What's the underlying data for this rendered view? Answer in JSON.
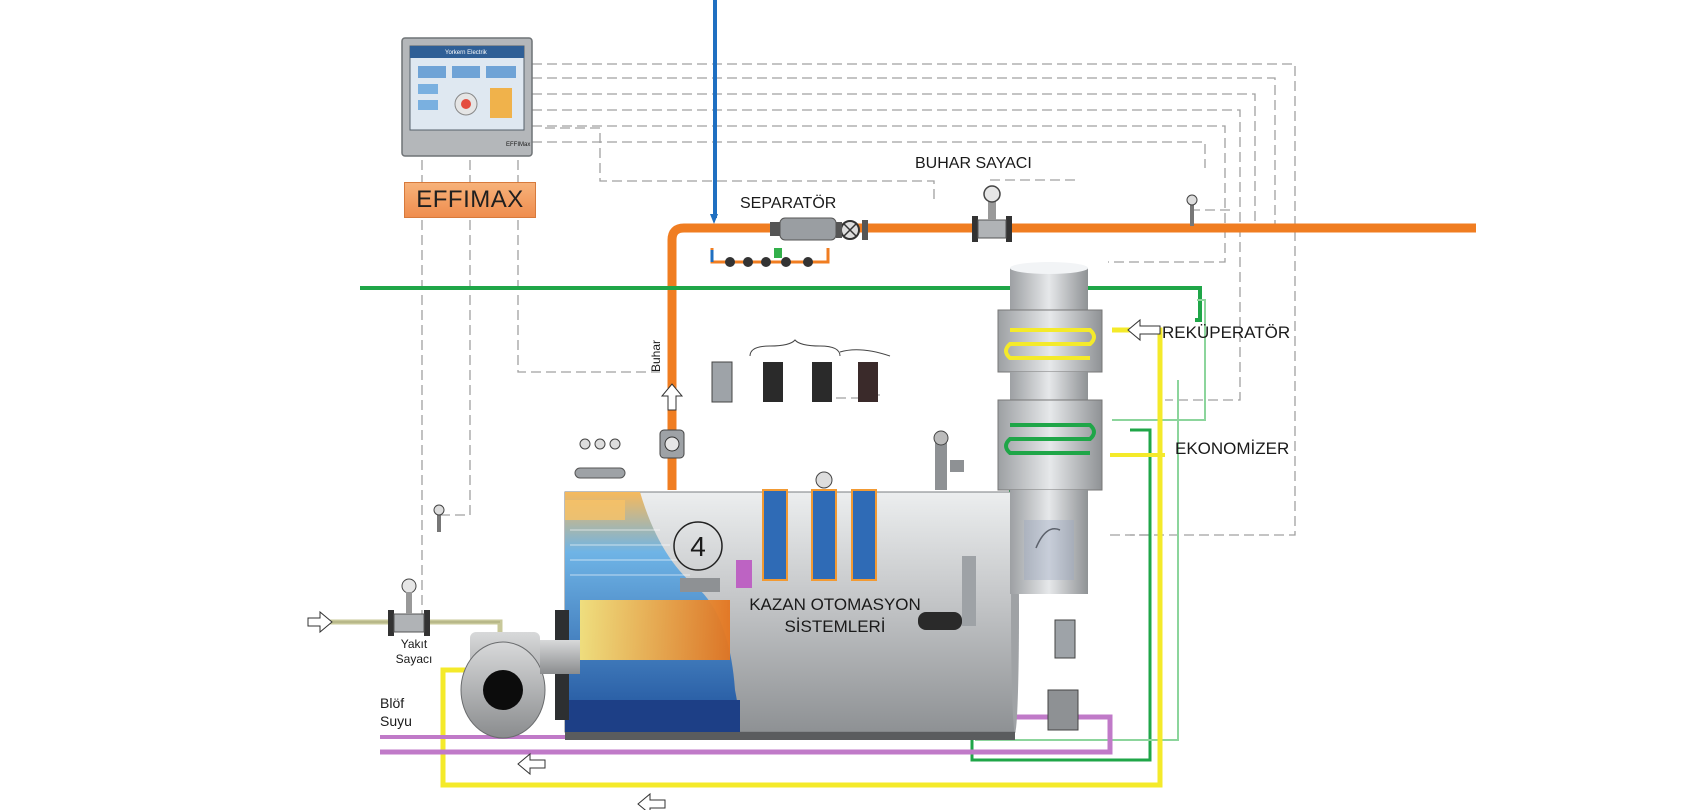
{
  "panel": {
    "logo": "Yorkern Electrik",
    "brand": "EFFIMax",
    "title": "EFFIMAX"
  },
  "labels": {
    "separator": "SEPARATÖR",
    "steam_meter": "BUHAR SAYACI",
    "recuperator": "REKÜPERATÖR",
    "economizer": "EKONOMİZER",
    "steam": "Buhar",
    "fuel_meter_line1": "Yakıt",
    "fuel_meter_line2": "Sayacı",
    "blowdown_line1": "Blöf",
    "blowdown_line2": "Suyu",
    "automation_line1": "KAZAN OTOMASYON",
    "automation_line2": "SİSTEMLERİ",
    "boiler_number": "4"
  },
  "colors": {
    "steam_line": "#f07d21",
    "water_line": "#1fa648",
    "feed_line": "#f4ea2a",
    "blowdown_line": "#c07ac8",
    "fuel_line": "#c8c89a",
    "cold_water_line": "#1f6fc1",
    "signal_line": "#9a9a9a",
    "boiler_body": "#c9cbcd",
    "badge": "#f39a5b"
  }
}
